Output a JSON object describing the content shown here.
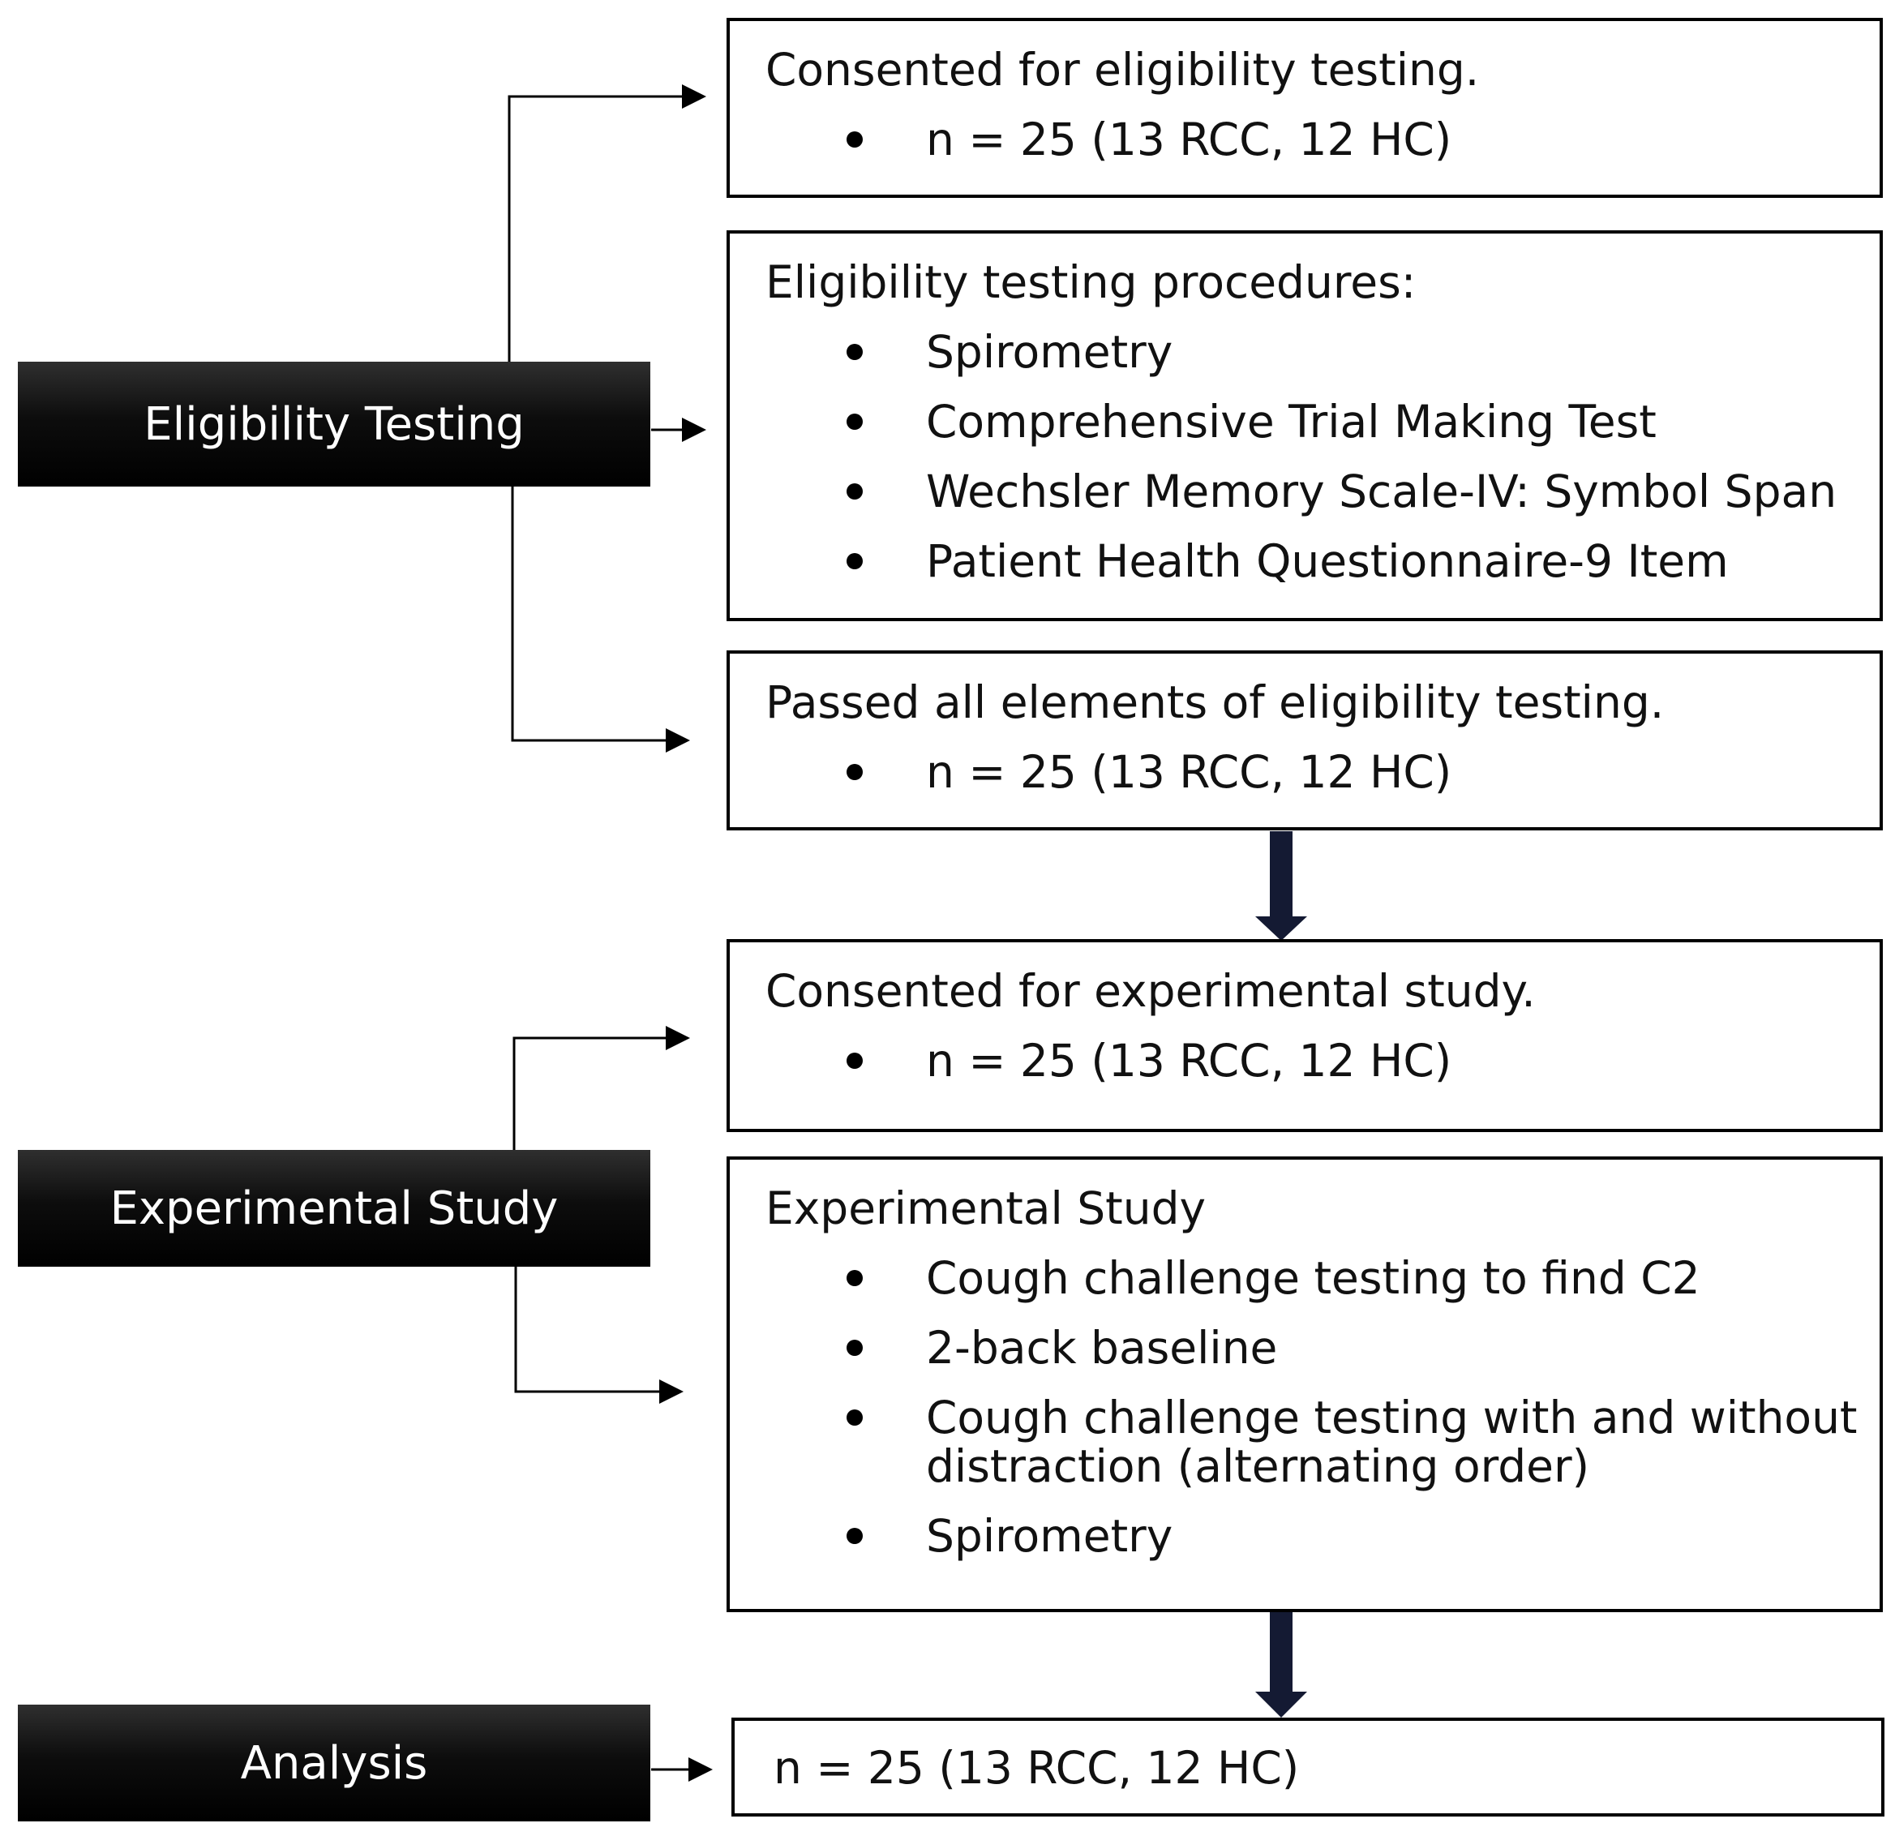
{
  "stages": {
    "eligibility": "Eligibility Testing",
    "experimental": "Experimental Study",
    "analysis": "Analysis"
  },
  "boxes": {
    "consent_eligibility": {
      "heading": "Consented for eligibility testing.",
      "items": [
        "n = 25 (13 RCC, 12 HC)"
      ]
    },
    "eligibility_procedures": {
      "heading": "Eligibility testing procedures:",
      "items": [
        "Spirometry",
        "Comprehensive Trial Making Test",
        "Wechsler Memory Scale-IV: Symbol Span",
        "Patient Health Questionnaire-9 Item"
      ]
    },
    "passed_eligibility": {
      "heading": "Passed all elements of eligibility testing.",
      "items": [
        "n = 25 (13 RCC, 12 HC)"
      ]
    },
    "consent_experimental": {
      "heading": "Consented for experimental study.",
      "items": [
        "n = 25 (13 RCC, 12 HC)"
      ]
    },
    "experimental_study": {
      "heading": "Experimental Study",
      "items": [
        "Cough challenge testing to find C2",
        "2-back baseline",
        "Cough challenge testing with and without distraction (alternating order)",
        "Spirometry"
      ]
    },
    "analysis": {
      "text": "n = 25 (13 RCC, 12 HC)"
    }
  }
}
